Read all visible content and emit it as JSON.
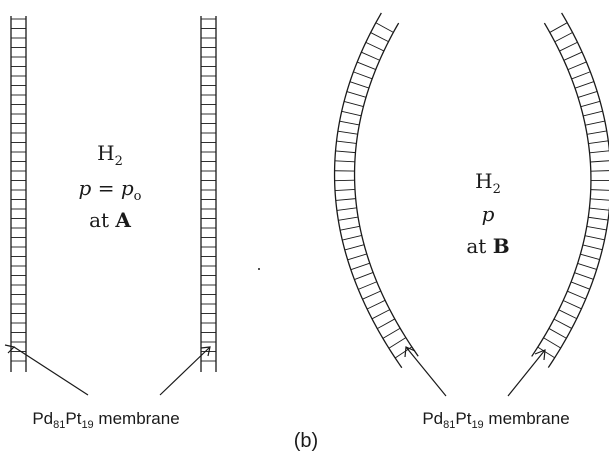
{
  "panel_a": {
    "gas": "H",
    "gas_sub": "2",
    "pressure_var": "p",
    "pressure_eq": " = ",
    "pressure_ref": "p",
    "pressure_ref_sub": "o",
    "at_word": "at ",
    "state_label": "A",
    "membrane_label": {
      "main": "Pd",
      "sub1": "81",
      "mid": "Pt",
      "sub2": "19",
      "tail": " membrane"
    }
  },
  "panel_b": {
    "gas": "H",
    "gas_sub": "2",
    "pressure_var": "p",
    "at_word": "at ",
    "state_label": "B",
    "membrane_label": {
      "main": "Pd",
      "sub1": "81",
      "mid": "Pt",
      "sub2": "19",
      "tail": " membrane"
    }
  },
  "figure_label": "(b)",
  "colors": {
    "ink": "#1a1a1a",
    "background": "#ffffff"
  }
}
